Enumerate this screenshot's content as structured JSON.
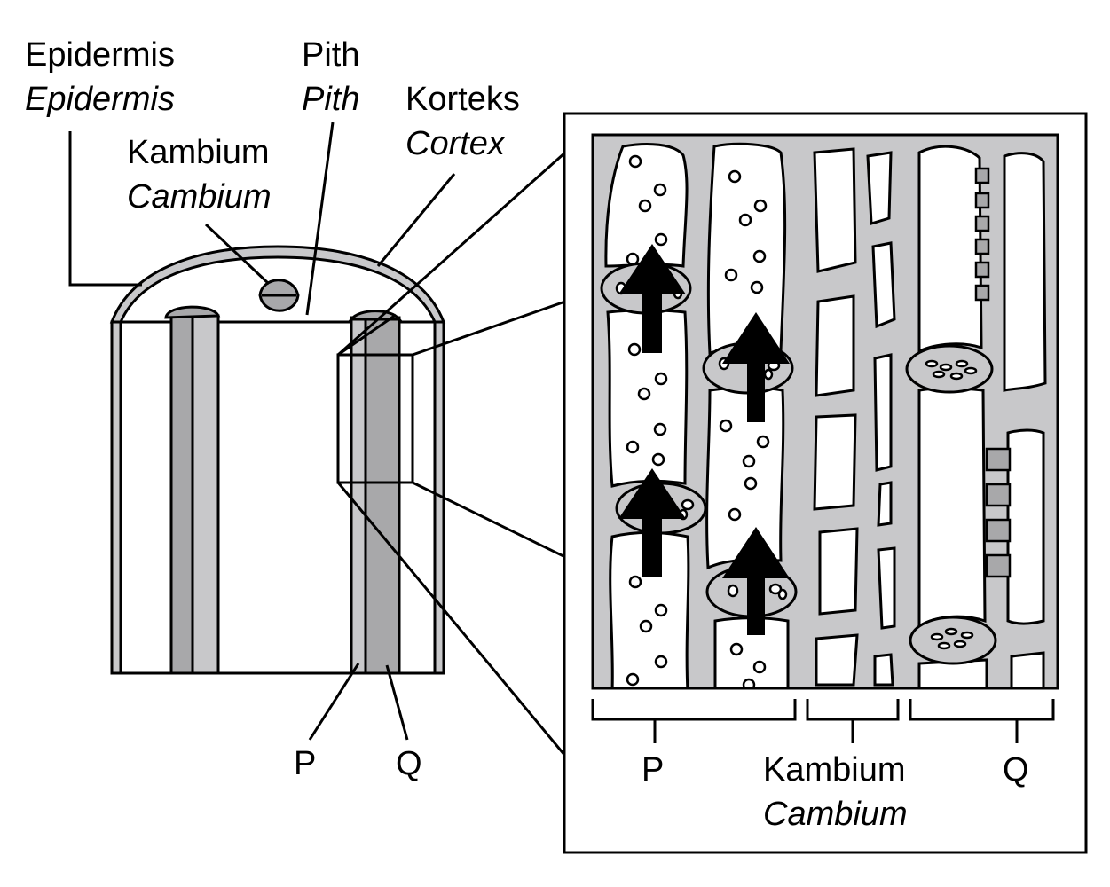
{
  "labels": {
    "epidermis": "Epidermis",
    "epidermis_en": "Epidermis",
    "pith": "Pith",
    "pith_en": "Pith",
    "korteks": "Korteks",
    "cortex_en": "Cortex",
    "kambium": "Kambium",
    "cambium_en": "Cambium",
    "p_stem": "P",
    "q_stem": "Q",
    "p_inset": "P",
    "kambium_inset": "Kambium",
    "cambium_inset_en": "Cambium",
    "q_inset": "Q"
  },
  "colors": {
    "dark_tissue": "#a8a8aa",
    "light_tissue": "#c8c8ca",
    "outline": "#000000",
    "background": "#ffffff"
  },
  "arrows": {
    "direction": "up",
    "count": 4
  }
}
